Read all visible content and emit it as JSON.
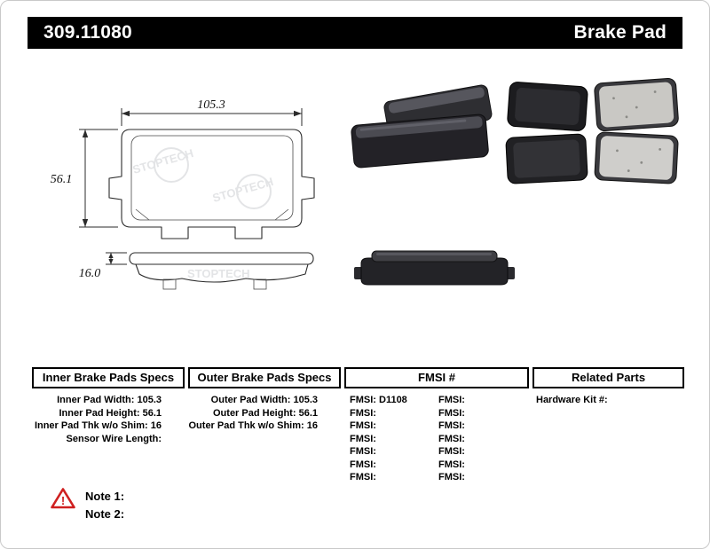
{
  "header": {
    "part_number": "309.11080",
    "product_name": "Brake Pad"
  },
  "drawing": {
    "width_dim": "105.3",
    "height_dim": "56.1",
    "thickness_dim": "16.0",
    "watermark": "STOPTECH"
  },
  "specs_inner": {
    "title": "Inner Brake Pads Specs",
    "rows": [
      {
        "label": "Inner Pad Width:",
        "value": "105.3"
      },
      {
        "label": "Inner Pad Height:",
        "value": "56.1"
      },
      {
        "label": "Inner Pad Thk w/o Shim:",
        "value": "16"
      },
      {
        "label": "Sensor Wire Length:",
        "value": ""
      }
    ]
  },
  "specs_outer": {
    "title": "Outer Brake Pads Specs",
    "rows": [
      {
        "label": "Outer Pad Width:",
        "value": "105.3"
      },
      {
        "label": "Outer Pad Height:",
        "value": "56.1"
      },
      {
        "label": "Outer Pad Thk w/o Shim:",
        "value": "16"
      }
    ]
  },
  "fmsi": {
    "title": "FMSI #",
    "col1": [
      "FMSI: D1108",
      "FMSI:",
      "FMSI:",
      "FMSI:",
      "FMSI:",
      "FMSI:",
      "FMSI:"
    ],
    "col2": [
      "FMSI:",
      "FMSI:",
      "FMSI:",
      "FMSI:",
      "FMSI:",
      "FMSI:",
      "FMSI:"
    ]
  },
  "related": {
    "title": "Related Parts",
    "rows": [
      "Hardware Kit #:"
    ]
  },
  "notes": {
    "warning_glyph": "!",
    "note1": "Note 1:",
    "note2": "Note 2:"
  }
}
